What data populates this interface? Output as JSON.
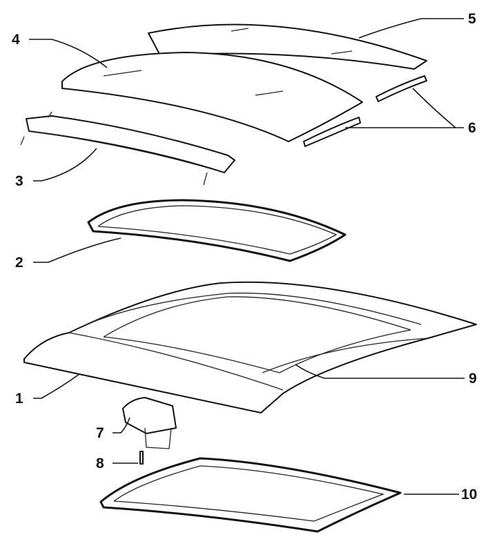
{
  "diagram": {
    "type": "exploded-parts-view",
    "callouts": [
      {
        "id": "1",
        "label": "1"
      },
      {
        "id": "2",
        "label": "2"
      },
      {
        "id": "3",
        "label": "3"
      },
      {
        "id": "4",
        "label": "4"
      },
      {
        "id": "5",
        "label": "5"
      },
      {
        "id": "6",
        "label": "6"
      },
      {
        "id": "7",
        "label": "7"
      },
      {
        "id": "8",
        "label": "8"
      },
      {
        "id": "9",
        "label": "9"
      },
      {
        "id": "10",
        "label": "10"
      }
    ]
  }
}
